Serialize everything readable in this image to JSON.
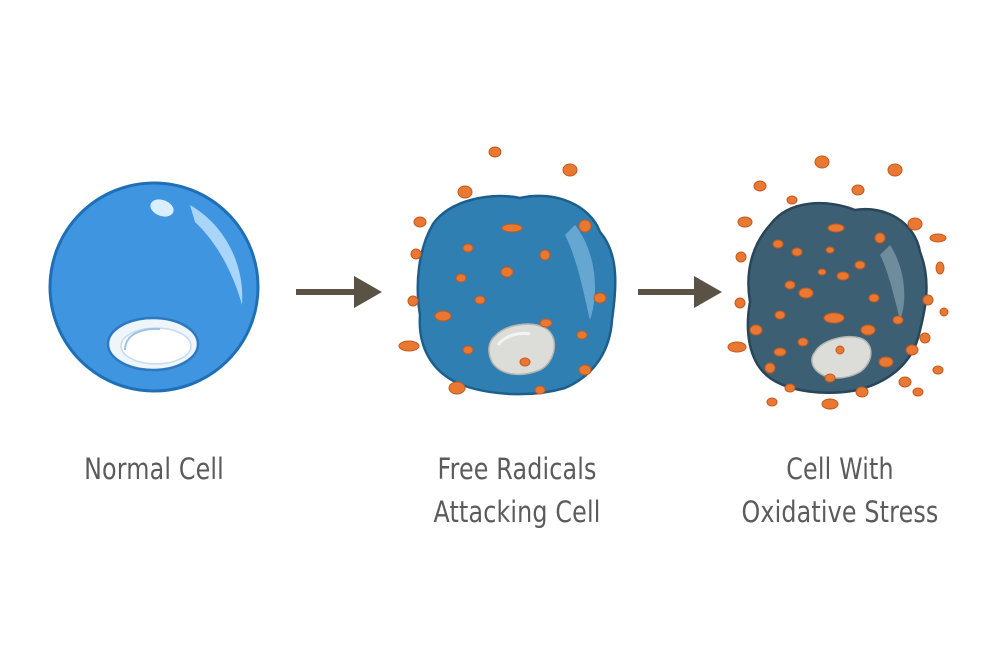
{
  "labels": {
    "normal": "Normal Cell",
    "attack_line1": "Free Radicals",
    "attack_line2": "Attacking Cell",
    "stress_line1": "Cell With",
    "stress_line2": "Oxidative Stress"
  },
  "icons": {
    "normal": "normal-cell-icon",
    "attack": "attacked-cell-icon",
    "stress": "stressed-cell-icon",
    "arrow": "arrow-right-icon",
    "radical": "free-radical-icon"
  },
  "colors": {
    "normal_cell": "#3f95e0",
    "normal_cell_edge": "#1f6fb6",
    "attacked_cell": "#2f7fb3",
    "attacked_cell_edge": "#1d5f8c",
    "stressed_cell": "#3c5f73",
    "stressed_cell_edge": "#27465a",
    "free_radical": "#e87832",
    "free_radical_edge": "#c45a1e",
    "nucleus": "#dcdcd8",
    "arrow": "#5b5246",
    "label": "#5b5b5b"
  }
}
